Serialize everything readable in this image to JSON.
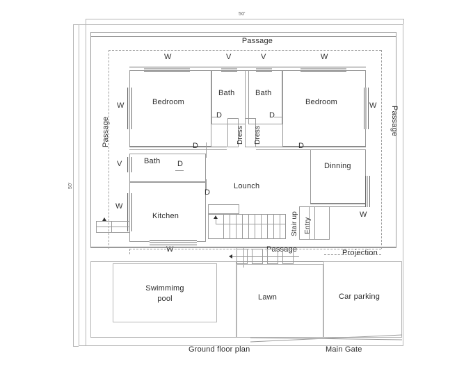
{
  "drawing": {
    "title": "Ground floor plan",
    "sheet_caption": "Main Gate",
    "dimensions": {
      "top": "50'",
      "left": "50'"
    },
    "colors": {
      "line": "#9a9a9a",
      "line_dark": "#6d6d6d",
      "line_thin": "#b6b6b6",
      "window_fill": "#b9b9b9",
      "text": "#2b2b2b",
      "background": "#ffffff"
    }
  },
  "rooms": {
    "passage_top": "Passage",
    "passage_left": "Passage",
    "passage_right": "Passage",
    "passage_bottom": "Passage",
    "bedroom_left": "Bedroom",
    "bedroom_right": "Bedroom",
    "bath_left_top": "Bath",
    "bath_right_top": "Bath",
    "bath_lower": "Bath",
    "dress_left": "Dress",
    "dress_right": "Dress",
    "kitchen": "Kitchen",
    "lounch": "Lounch",
    "dinning": "Dinning",
    "stair": "Stair up",
    "entry": "Entry",
    "projection": "Projection",
    "swimming_pool": "Swimmimg\npool",
    "swimming_pool_line1": "Swimmimg",
    "swimming_pool_line2": "pool",
    "lawn": "Lawn",
    "car_parking": "Car parking"
  },
  "markers": {
    "window": "W",
    "ventilator": "V",
    "door": "D",
    "top_windows": [
      "W",
      "V",
      "V",
      "W"
    ],
    "left_markers": [
      "W",
      "V",
      "W"
    ],
    "right_markers": [
      "W",
      "W"
    ],
    "bottom_markers": [
      "W"
    ],
    "door_marks": [
      "D",
      "D",
      "D",
      "D",
      "D",
      "D"
    ]
  }
}
